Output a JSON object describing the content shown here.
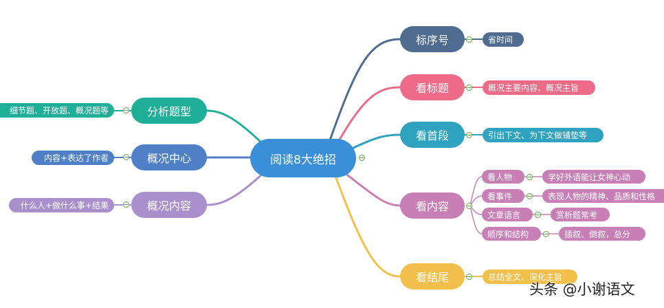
{
  "center": {
    "label": "阅读8大绝招",
    "color": "#3a8fd8"
  },
  "left_branches": [
    {
      "label": "分析题型",
      "color": "#1fae98",
      "leaf": "细节题、开放题、概况题等"
    },
    {
      "label": "概况中心",
      "color": "#4f7fc6",
      "leaf": "内容+表达了作者"
    },
    {
      "label": "概况内容",
      "color": "#a98fcb",
      "leaf": "什么人+做什么事+结果"
    }
  ],
  "right_branches": [
    {
      "label": "标序号",
      "color": "#4f6b8f",
      "children": [
        {
          "label": "省时间"
        }
      ]
    },
    {
      "label": "看标题",
      "color": "#ee6b88",
      "children": [
        {
          "label": "概况主要内容、概况主旨"
        }
      ]
    },
    {
      "label": "看首段",
      "color": "#2fa2bf",
      "children": [
        {
          "label": "引出下文、为下文做铺垫等"
        }
      ]
    },
    {
      "label": "看内容",
      "color": "#c77fb6",
      "children": [
        {
          "label": "看人物",
          "detail": "学好外语能让女神心动"
        },
        {
          "label": "看事件",
          "detail": "表现人物的精神、品质和性格"
        },
        {
          "label": "文章语言",
          "detail": "赏析题常考"
        },
        {
          "label": "顺序和结构",
          "detail": "插叙、倒叙，总分"
        }
      ]
    },
    {
      "label": "看结尾",
      "color": "#f2c04a",
      "children": [
        {
          "label": "总结全文、深化主旨"
        }
      ]
    }
  ],
  "watermark": "头条 @小谢语文"
}
